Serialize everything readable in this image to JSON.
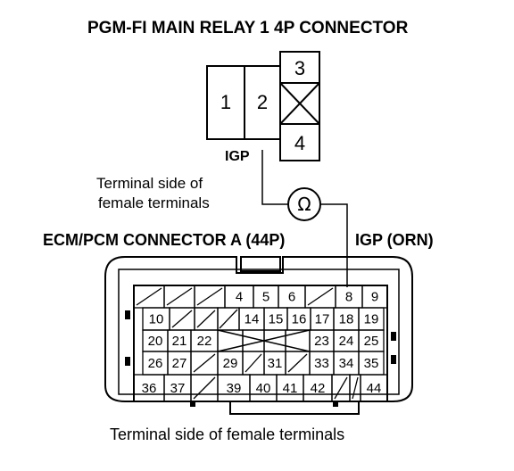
{
  "relay": {
    "title": "PGM-FI MAIN RELAY 1 4P CONNECTOR",
    "terminals": [
      "1",
      "2",
      "3",
      "4"
    ],
    "wire_label": "IGP"
  },
  "meter": {
    "label_line1": "Terminal side of",
    "label_line2": "female terminals",
    "symbol": "Ω"
  },
  "ecm": {
    "title": "ECM/PCM CONNECTOR A (44P)",
    "wire_label": "IGP (ORN)",
    "bottom_label": "Terminal side of female terminals",
    "rows": [
      [
        "",
        "",
        "",
        "4",
        "5",
        "6",
        "",
        "8",
        "9"
      ],
      [
        "10",
        "",
        "",
        "",
        "14",
        "15",
        "16",
        "17",
        "18",
        "19"
      ],
      [
        "20",
        "21",
        "22",
        "",
        "",
        "",
        "",
        "23",
        "24",
        "25"
      ],
      [
        "26",
        "27",
        "",
        "29",
        "",
        "31",
        "",
        "33",
        "34",
        "35"
      ],
      [
        "36",
        "37",
        "",
        "39",
        "40",
        "41",
        "42",
        "",
        "",
        "44"
      ]
    ]
  }
}
